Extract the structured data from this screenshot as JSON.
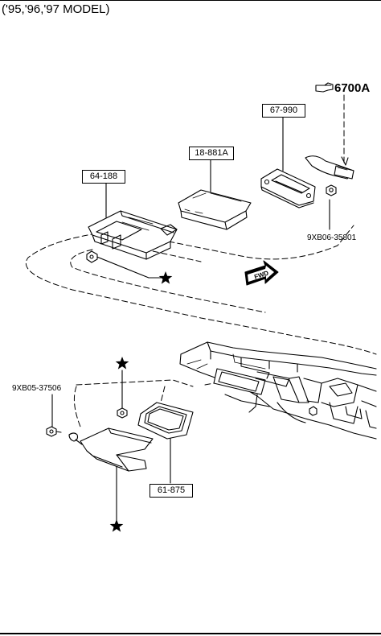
{
  "header": {
    "title": "('95,'96,'97 MODEL)"
  },
  "parts": {
    "p67990": "67-990",
    "p18881a": "18-881A",
    "p64188": "64-188",
    "p61875": "61-875"
  },
  "fasteners": {
    "upper_nut": "9XB06-35801",
    "lower_bolt": "9XB05-37506"
  },
  "reference": {
    "code": "6700A"
  },
  "fwd": {
    "label": "FWD"
  },
  "colors": {
    "line": "#000000",
    "background": "#ffffff"
  }
}
